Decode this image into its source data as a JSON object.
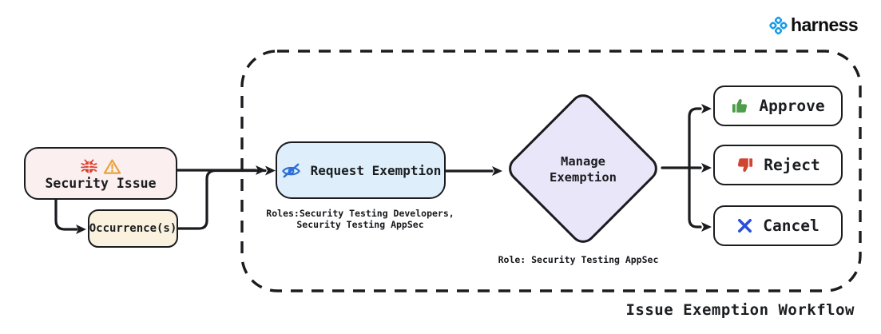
{
  "brand": {
    "wordmark": "harness"
  },
  "diagram": {
    "caption": "Issue Exemption Workflow",
    "nodes": {
      "security_issue": {
        "label": "Security Issue",
        "icons": [
          "bug-icon",
          "warning-icon"
        ],
        "fill": "#FBF0EF"
      },
      "occurrences": {
        "label": "Occurrence(s)",
        "fill": "#FAF2DF"
      },
      "request_exemption": {
        "label": "Request Exemption",
        "icon": "eye-hidden-icon",
        "fill": "#DEEFFB",
        "roles_note_line1": "Roles:Security Testing Developers,",
        "roles_note_line2": "Security Testing AppSec"
      },
      "manage_exemption": {
        "label_line1": "Manage",
        "label_line2": "Exemption",
        "fill": "#E9E6FA",
        "role_note": "Role: Security Testing AppSec"
      },
      "approve": {
        "label": "Approve",
        "icon": "thumbs-up-icon",
        "icon_color": "#4E9E49"
      },
      "reject": {
        "label": "Reject",
        "icon": "thumbs-down-icon",
        "icon_color": "#D04532"
      },
      "cancel": {
        "label": "Cancel",
        "icon": "x-icon",
        "icon_color": "#2B50D8"
      }
    },
    "colors": {
      "stroke": "#1A1C1F",
      "bug_red": "#DC4132",
      "warning_orange": "#E8A23C",
      "eye_blue": "#2E6ED6",
      "approve_green": "#4E9E49",
      "reject_red": "#D04532",
      "cancel_blue": "#2B50D8",
      "harness_blue": "#199BE8"
    }
  }
}
